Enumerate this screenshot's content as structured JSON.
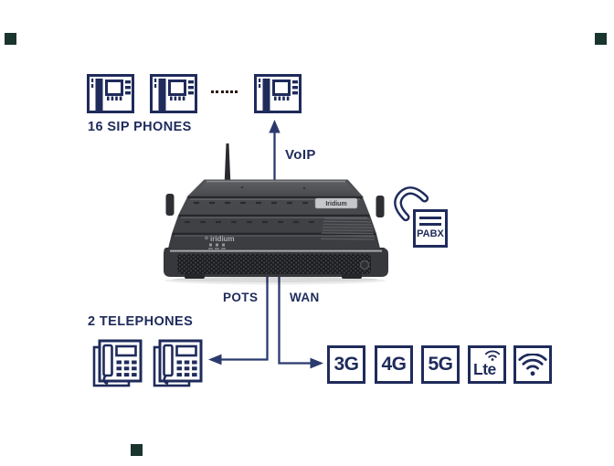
{
  "colors": {
    "navy": "#1F2B5B",
    "connector_line": "#2B3A6E",
    "ellipsis_dots": "#2B1A12",
    "background": "#FFFFFF",
    "corner_mark": "#1A342E",
    "device_body_gray": "#47484C",
    "device_front_gray": "#37383C",
    "device_grille": "#1C1D21",
    "device_badge_bg": "#C6C7CB"
  },
  "sip_group": {
    "label": "16 SIP PHONES",
    "phones_shown": 3,
    "ellipsis_dots": 6
  },
  "voip_link": {
    "label": "VoIP"
  },
  "device": {
    "badge_text": "Iridium",
    "logo_text": "iridium"
  },
  "pabx": {
    "label": "PABX"
  },
  "ports": {
    "pots_label": "POTS",
    "wan_label": "WAN"
  },
  "telephone_group": {
    "label": "2 TELEPHONES",
    "phones_shown": 2
  },
  "network_badges": {
    "items": [
      {
        "label": "3G"
      },
      {
        "label": "4G"
      },
      {
        "label": "5G"
      },
      {
        "label": "Lte",
        "has_waves": true
      },
      {
        "label": "",
        "icon": "wifi"
      }
    ]
  }
}
